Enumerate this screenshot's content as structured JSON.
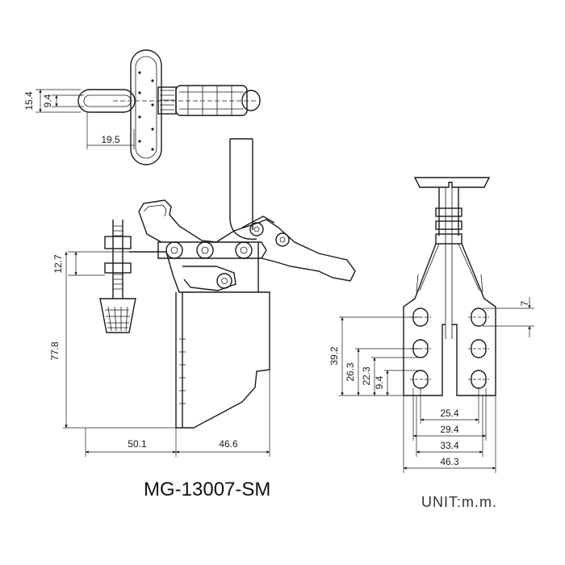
{
  "model": "MG-13007-SM",
  "unit": "UNIT:m.m.",
  "top_view": {
    "dims": [
      "15.4",
      "9.4",
      "19.5"
    ]
  },
  "side_view": {
    "dims": [
      "12.7",
      "77.8",
      "50.1",
      "46.6"
    ]
  },
  "front_view": {
    "dims_vertical": [
      "39.2",
      "26.3",
      "22.3",
      "9.4"
    ],
    "dims_right": [
      "7"
    ],
    "dims_horizontal": [
      "25.4",
      "29.4",
      "33.4",
      "46.3"
    ]
  }
}
